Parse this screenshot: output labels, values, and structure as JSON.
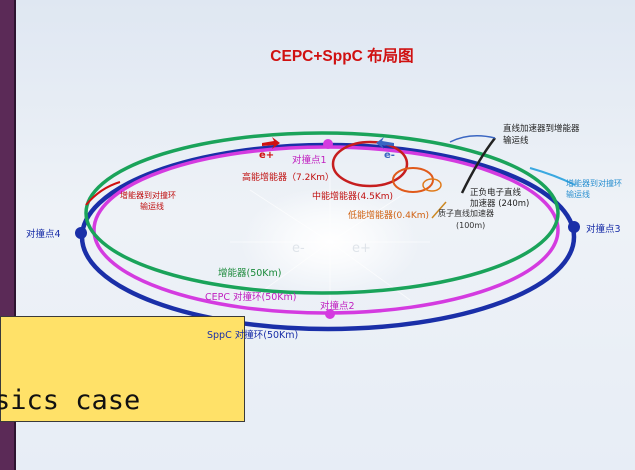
{
  "slide": {
    "title": "CEPC+SppC 布局图",
    "callout_text": "sics case"
  },
  "diagram": {
    "points": {
      "ip1": "对撞点1",
      "ip2": "对撞点2",
      "ip3": "对撞点3",
      "ip4": "对撞点4"
    },
    "labels": {
      "linac_to_booster": [
        "直线加速器到增能器",
        "输运线"
      ],
      "booster_to_collider_left": [
        "增能器到对撞环",
        "输运线"
      ],
      "booster_to_collider_right": [
        "增能器到对撞环",
        "输运线"
      ],
      "high_energy_booster": "高能增能器（7.2Km）",
      "mid_energy_booster": "中能增能器(4.5Km)",
      "low_energy_booster": "低能增能器(0.4Km)",
      "em_linac": [
        "正负电子直线",
        "加速器 (240m)"
      ],
      "proton_linac": [
        "质子直线加速器",
        "(100m)"
      ],
      "booster_ring": "增能器(50Km)",
      "cepc_ring": "CEPC 对撞环(50Km)",
      "sppc_ring": "SppC 对撞环(50Km)",
      "e_plus": "e+",
      "e_minus": "e-",
      "center_e_minus": "e-",
      "center_e_plus": "e+"
    }
  },
  "colors": {
    "green_ring": "#1aa35a",
    "blue_ring": "#1a2fa8",
    "magenta_ring": "#d43be0",
    "accent_red": "#cc1111",
    "callout_bg": "#ffe168",
    "left_bar": "#5b2a57"
  }
}
